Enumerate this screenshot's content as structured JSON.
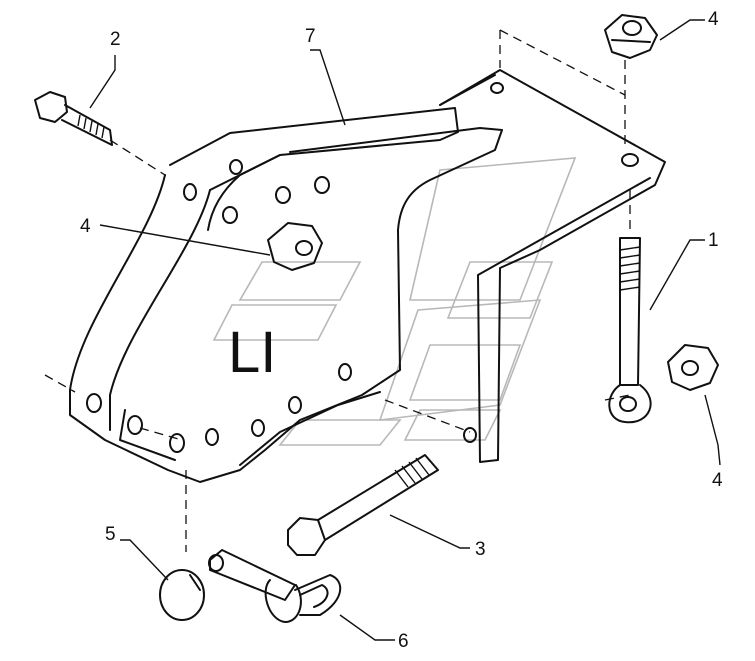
{
  "callouts": {
    "c1": "1",
    "c2": "2",
    "c3": "3",
    "c4_top": "4",
    "c4_mid": "4",
    "c4_right": "4",
    "c5": "5",
    "c6": "6",
    "c7": "7"
  },
  "watermark": {
    "text": "LI",
    "color": "#b8b8b8"
  },
  "colors": {
    "line": "#111111",
    "background": "#ffffff"
  }
}
